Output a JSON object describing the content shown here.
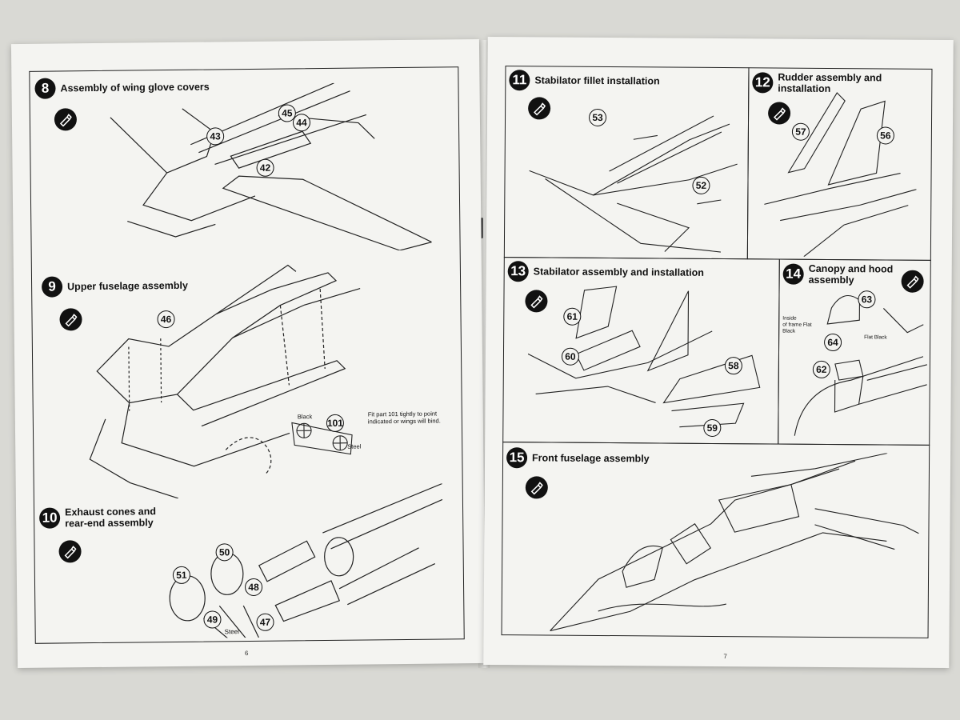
{
  "pages": {
    "left_number": "6",
    "right_number": "7"
  },
  "steps": {
    "s8": {
      "num": "8",
      "title": "Assembly of wing glove covers"
    },
    "s9": {
      "num": "9",
      "title": "Upper fuselage assembly"
    },
    "s10": {
      "num": "10",
      "title_line1": "Exhaust cones and",
      "title_line2": "rear-end assembly"
    },
    "s11": {
      "num": "11",
      "title": "Stabilator fillet installation"
    },
    "s12": {
      "num": "12",
      "title_line1": "Rudder assembly and",
      "title_line2": "installation"
    },
    "s13": {
      "num": "13",
      "title": "Stabilator assembly and installation"
    },
    "s14": {
      "num": "14",
      "title_line1": "Canopy and hood",
      "title_line2": "assembly"
    },
    "s15": {
      "num": "15",
      "title": "Front fuselage assembly"
    }
  },
  "parts": {
    "p42": "42",
    "p43": "43",
    "p44": "44",
    "p45": "45",
    "p46": "46",
    "p47": "47",
    "p48": "48",
    "p49": "49",
    "p50": "50",
    "p51": "51",
    "p52": "52",
    "p53": "53",
    "p56": "56",
    "p57": "57",
    "p58": "58",
    "p59": "59",
    "p60": "60",
    "p61": "61",
    "p62": "62",
    "p63": "63",
    "p64": "64",
    "p101": "101"
  },
  "notes": {
    "fit_line1": "Fit part 101 tightly to point",
    "fit_line2": "indicated or wings will bind.",
    "black": "Black",
    "steel_wheel": "Steel",
    "steel_exhaust": "Steel",
    "inside_line1": "Inside",
    "inside_line2": "of frame Flat",
    "inside_line3": "Black",
    "flat_black": "Flat Black"
  },
  "icons": {
    "glue": "glue-tube-icon"
  }
}
